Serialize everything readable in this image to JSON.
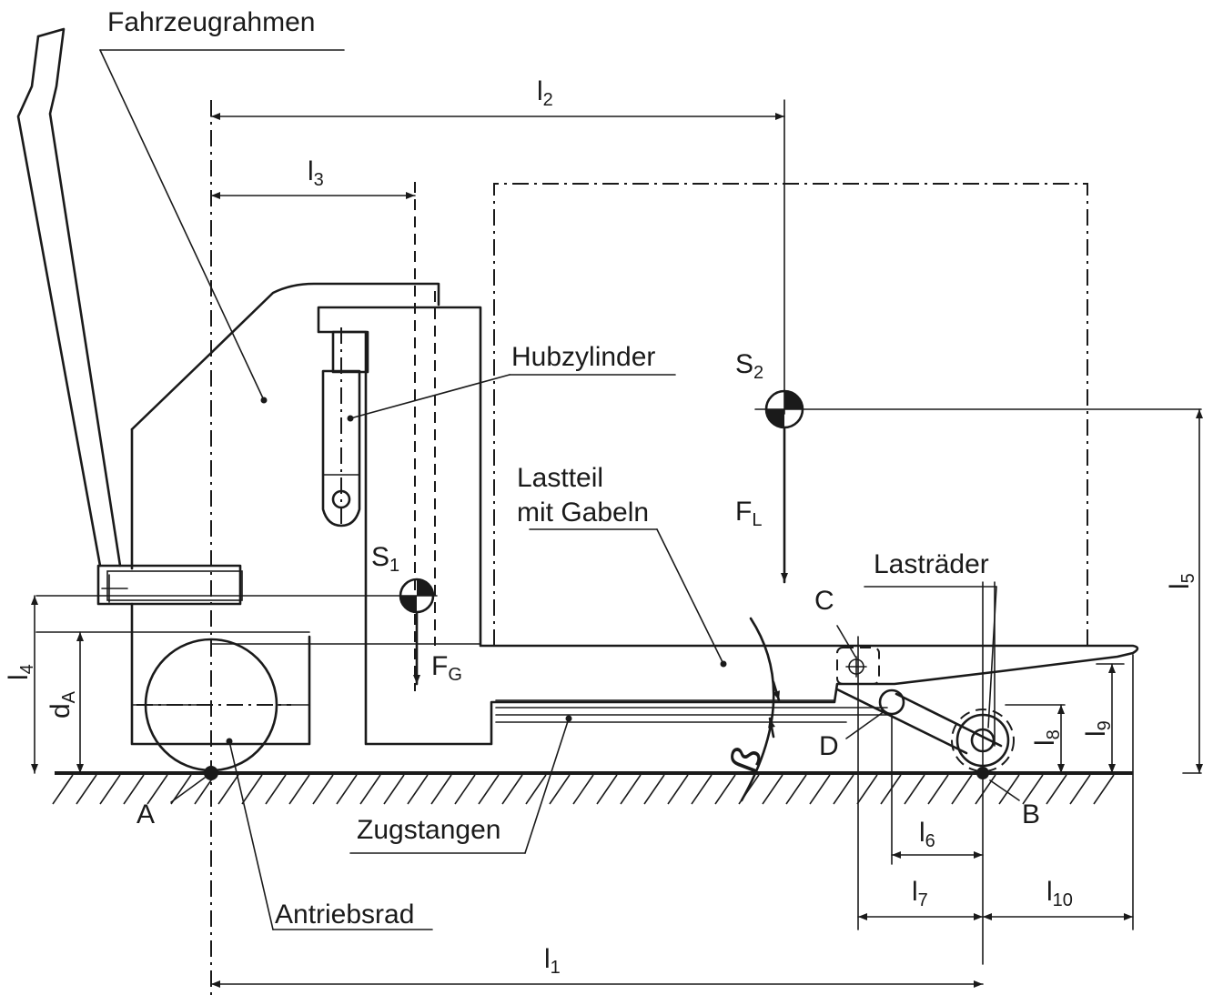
{
  "labels": {
    "fahrzeugrahmen": "Fahrzeugrahmen",
    "hubzylinder": "Hubzylinder",
    "lastteil_line1": "Lastteil",
    "lastteil_line2": "mit Gabeln",
    "lastraeder": "Lasträder",
    "zugstangen": "Zugstangen",
    "antriebsrad": "Antriebsrad"
  },
  "points": {
    "A": "A",
    "B": "B",
    "C": "C",
    "D": "D",
    "S1": "S",
    "S1_sub": "1",
    "S2": "S",
    "S2_sub": "2"
  },
  "forces": {
    "FG": "F",
    "FG_sub": "G",
    "FL": "F",
    "FL_sub": "L"
  },
  "angle": "ß",
  "dimensions": {
    "l1": "l",
    "l1_sub": "1",
    "l2": "l",
    "l2_sub": "2",
    "l3": "l",
    "l3_sub": "3",
    "l4": "l",
    "l4_sub": "4",
    "l5": "l",
    "l5_sub": "5",
    "l6": "l",
    "l6_sub": "6",
    "l7": "l",
    "l7_sub": "7",
    "l8": "l",
    "l8_sub": "8",
    "l9": "l",
    "l9_sub": "9",
    "l10": "l",
    "l10_sub": "10",
    "dA": "d",
    "dA_sub": "A"
  }
}
